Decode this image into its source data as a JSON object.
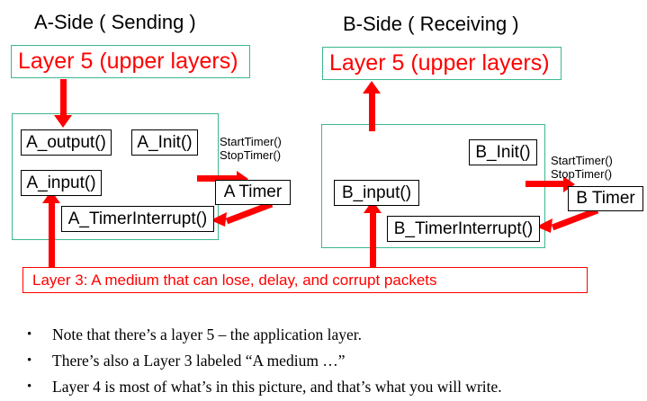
{
  "slide": {
    "sides": [
      {
        "title": "A-Side ( Sending )",
        "layer5": "Layer 5 (upper layers)",
        "timer_calls_line1": "StartTimer()",
        "timer_calls_line2": "StopTimer()",
        "timer_box": "A Timer",
        "boxes": [
          {
            "label": "A_output()"
          },
          {
            "label": "A_Init()"
          },
          {
            "label": "A_input()"
          },
          {
            "label": "A_TimerInterrupt()"
          }
        ]
      },
      {
        "title": "B-Side ( Receiving )",
        "layer5": "Layer 5 (upper layers)",
        "timer_calls_line1": "StartTimer()",
        "timer_calls_line2": "StopTimer()",
        "timer_box": "B Timer",
        "boxes": [
          {
            "label": "B_Init()"
          },
          {
            "label": "B_input()"
          },
          {
            "label": "B_TimerInterrupt()"
          }
        ]
      }
    ],
    "layer3": "Layer 3:   A medium that can lose, delay, and corrupt packets",
    "bullets": [
      {
        "marker": "•",
        "text": "Note that there’s a layer 5 – the application layer."
      },
      {
        "marker": "•",
        "text": "There’s also a Layer 3 labeled “A medium …”"
      },
      {
        "marker": "•",
        "text": "Layer 4 is most of what’s in this picture, and that’s what you will write."
      }
    ],
    "colors": {
      "red": "#ff0000",
      "teal": "#3cb88f",
      "black": "#000000",
      "background": "#ffffff"
    }
  }
}
